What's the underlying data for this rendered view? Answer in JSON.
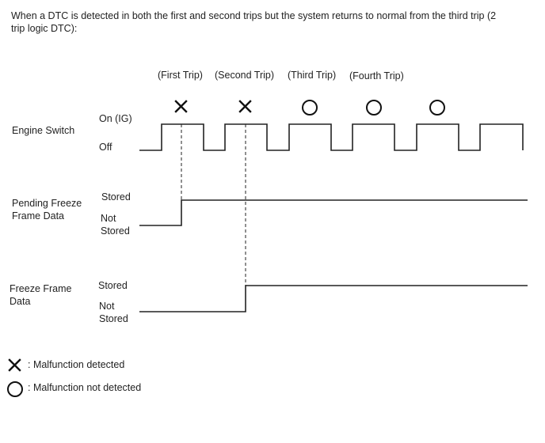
{
  "intro": {
    "line1": "When a DTC is detected in both the first and second trips but the system returns to normal from the third trip (2",
    "line2": "trip logic DTC):"
  },
  "trips": {
    "first": "(First Trip)",
    "second": "(Second Trip)",
    "third": "(Third Trip)",
    "fourth": "(Fourth Trip)"
  },
  "rows": {
    "engine_switch": {
      "title": "Engine Switch",
      "on_label": "On (IG)",
      "off_label": "Off"
    },
    "pending_freeze": {
      "title_line1": "Pending Freeze",
      "title_line2": "Frame Data",
      "stored": "Stored",
      "not_stored_line1": "Not",
      "not_stored_line2": "Stored"
    },
    "freeze_frame": {
      "title_line1": "Freeze Frame",
      "title_line2": "Data",
      "stored": "Stored",
      "not_stored_line1": "Not",
      "not_stored_line2": "Stored"
    }
  },
  "trip_markers": [
    "malfunction-detected",
    "malfunction-detected",
    "malfunction-not-detected",
    "malfunction-not-detected",
    "malfunction-not-detected"
  ],
  "legend": {
    "detected": ": Malfunction detected",
    "not_detected": ": Malfunction not detected"
  },
  "colors": {
    "ink": "#222222",
    "background": "#ffffff"
  }
}
